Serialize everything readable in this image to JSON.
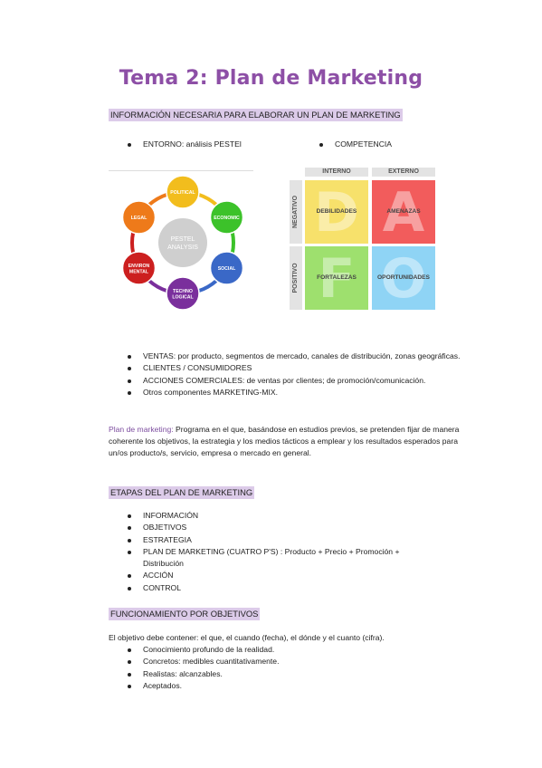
{
  "title": "Tema 2: Plan de Marketing",
  "sections": {
    "info_heading": "INFORMACIÓN NECESARIA PARA ELABORAR UN PLAN DE MARKETING",
    "entorno": "ENTORNO: análisis PESTEl",
    "competencia": "COMPETENCIA",
    "info_items": [
      "VENTAS: por producto, segmentos de mercado, canales de distribución, zonas geográficas.",
      "CLIENTES / CONSUMIDORES",
      "ACCIONES COMERCIALES: de ventas por clientes; de promoción/comunicación.",
      "Otros componentes MARKETING-MIX."
    ],
    "plan_label": "Plan de marketing:",
    "plan_text": " Programa en el que, basándose en estudios previos, se pretenden fijar de manera coherente los objetivos, la estrategia y los medios tácticos a emplear y los resultados esperados para un/os producto/s, servicio, empresa o mercado en general.",
    "etapas_heading": "ETAPAS DEL PLAN DE MARKETING",
    "etapas_items": [
      "INFORMACIÓN",
      "OBJETIVOS",
      "ESTRATEGIA",
      "PLAN DE MARKETING (CUATRO P'S) : Producto + Precio + Promoción + Distribución",
      "ACCIÓN",
      "CONTROL"
    ],
    "func_heading": "FUNCIONAMIENTO POR OBJETIVOS",
    "func_intro": "El objetivo debe contener: el que, el cuando (fecha), el dónde y el cuanto (cifra).",
    "func_items": [
      "Conocimiento profundo de la realidad.",
      "Concretos: medibles cuantitativamente.",
      "Realistas: alcanzables.",
      "Aceptados."
    ]
  },
  "pestel": {
    "center_lines": [
      "PESTEL",
      "ANALYSIS"
    ],
    "nodes": [
      {
        "lines": [
          "POLITICAL"
        ],
        "color": "#f2bd1d"
      },
      {
        "lines": [
          "ECONOMIC"
        ],
        "color": "#3cc22a"
      },
      {
        "lines": [
          "SOCIAL"
        ],
        "color": "#3a68c7"
      },
      {
        "lines": [
          "TECHNO",
          "LOGICAL"
        ],
        "color": "#7a2f9c"
      },
      {
        "lines": [
          "ENVIRON",
          "MENTAL"
        ],
        "color": "#cc1f1f"
      },
      {
        "lines": [
          "LEGAL"
        ],
        "color": "#ee7a1a"
      }
    ],
    "ring_colors": [
      "#f2bd1d",
      "#3cc22a",
      "#3a68c7",
      "#7a2f9c",
      "#cc1f1f",
      "#ee7a1a"
    ]
  },
  "dafo": {
    "col_headers": [
      "INTERNO",
      "EXTERNO"
    ],
    "row_headers": [
      "NEGATIVO",
      "POSITIVO"
    ],
    "cells": [
      {
        "letter": "D",
        "label": "DEBILIDADES",
        "color": "#f7e16b"
      },
      {
        "letter": "A",
        "label": "AMENAZAS",
        "color": "#f25c5c"
      },
      {
        "letter": "F",
        "label": "FORTALEZAS",
        "color": "#9ee06e"
      },
      {
        "letter": "O",
        "label": "OPORTUNIDADES",
        "color": "#8fd4f5"
      }
    ]
  }
}
